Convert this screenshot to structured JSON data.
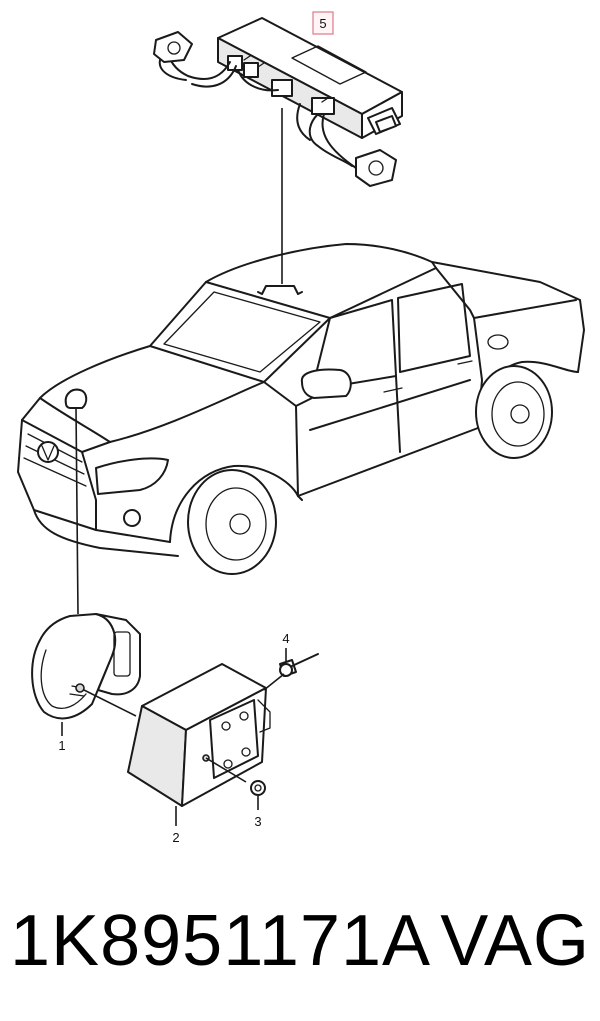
{
  "callouts": {
    "c1": "1",
    "c2": "2",
    "c3": "3",
    "c4": "4",
    "c5": "5"
  },
  "footer": {
    "part_number": "1K8951171A",
    "brand": "VAG"
  },
  "colors": {
    "line": "#1a1a1a",
    "highlight_box_border": "#e07a8a",
    "highlight_box_fill": "#fff4f6"
  }
}
